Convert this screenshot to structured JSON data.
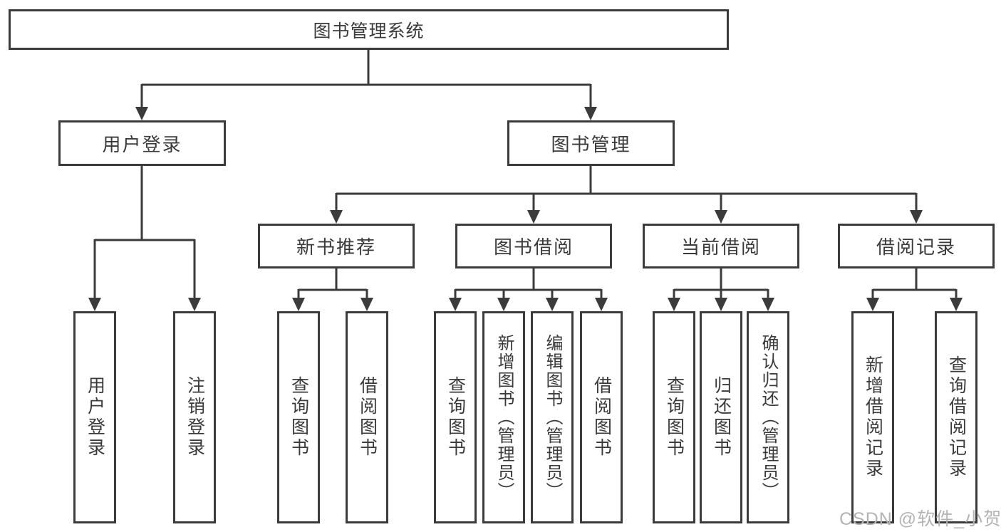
{
  "diagram": {
    "colors": {
      "line": "#3b3b3b",
      "text": "#3a3a3a",
      "background": "#ffffff",
      "watermark": "#b3b3b3"
    },
    "tree": {
      "label": "图书管理系统",
      "children": [
        {
          "label": "用户登录",
          "children": [
            {
              "label": "用户登录"
            },
            {
              "label": "注销登录"
            }
          ]
        },
        {
          "label": "图书管理",
          "children": [
            {
              "label": "新书推荐",
              "children": [
                {
                  "label": "查询图书"
                },
                {
                  "label": "借阅图书"
                }
              ]
            },
            {
              "label": "图书借阅",
              "children": [
                {
                  "label": "查询图书"
                },
                {
                  "label": "新增图书（管理员）"
                },
                {
                  "label": "编辑图书（管理员）"
                },
                {
                  "label": "借阅图书"
                }
              ]
            },
            {
              "label": "当前借阅",
              "children": [
                {
                  "label": "查询图书"
                },
                {
                  "label": "归还图书"
                },
                {
                  "label": "确认归还（管理员）"
                }
              ]
            },
            {
              "label": "借阅记录",
              "children": [
                {
                  "label": "新增借阅记录"
                },
                {
                  "label": "查询借阅记录"
                }
              ]
            }
          ]
        }
      ]
    },
    "watermark": {
      "text": "CSDN @软件_小贺同学"
    }
  }
}
